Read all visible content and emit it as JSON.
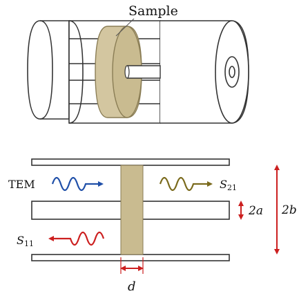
{
  "labels": {
    "sample": "Sample",
    "tem": "TEM",
    "s21": "S21",
    "s11": "S11",
    "inner_diameter": "2a",
    "outer_diameter": "2b",
    "thickness": "d"
  },
  "colors": {
    "sample_fill": "#d3c6a0",
    "sample_fill_dark": "#c9bb90",
    "incident_wave": "#1f4fa8",
    "transmitted_wave": "#7a6a1c",
    "reflected_wave": "#cc1f1f",
    "dimension_arrows": "#cc1f1f",
    "outline": "#333333"
  }
}
